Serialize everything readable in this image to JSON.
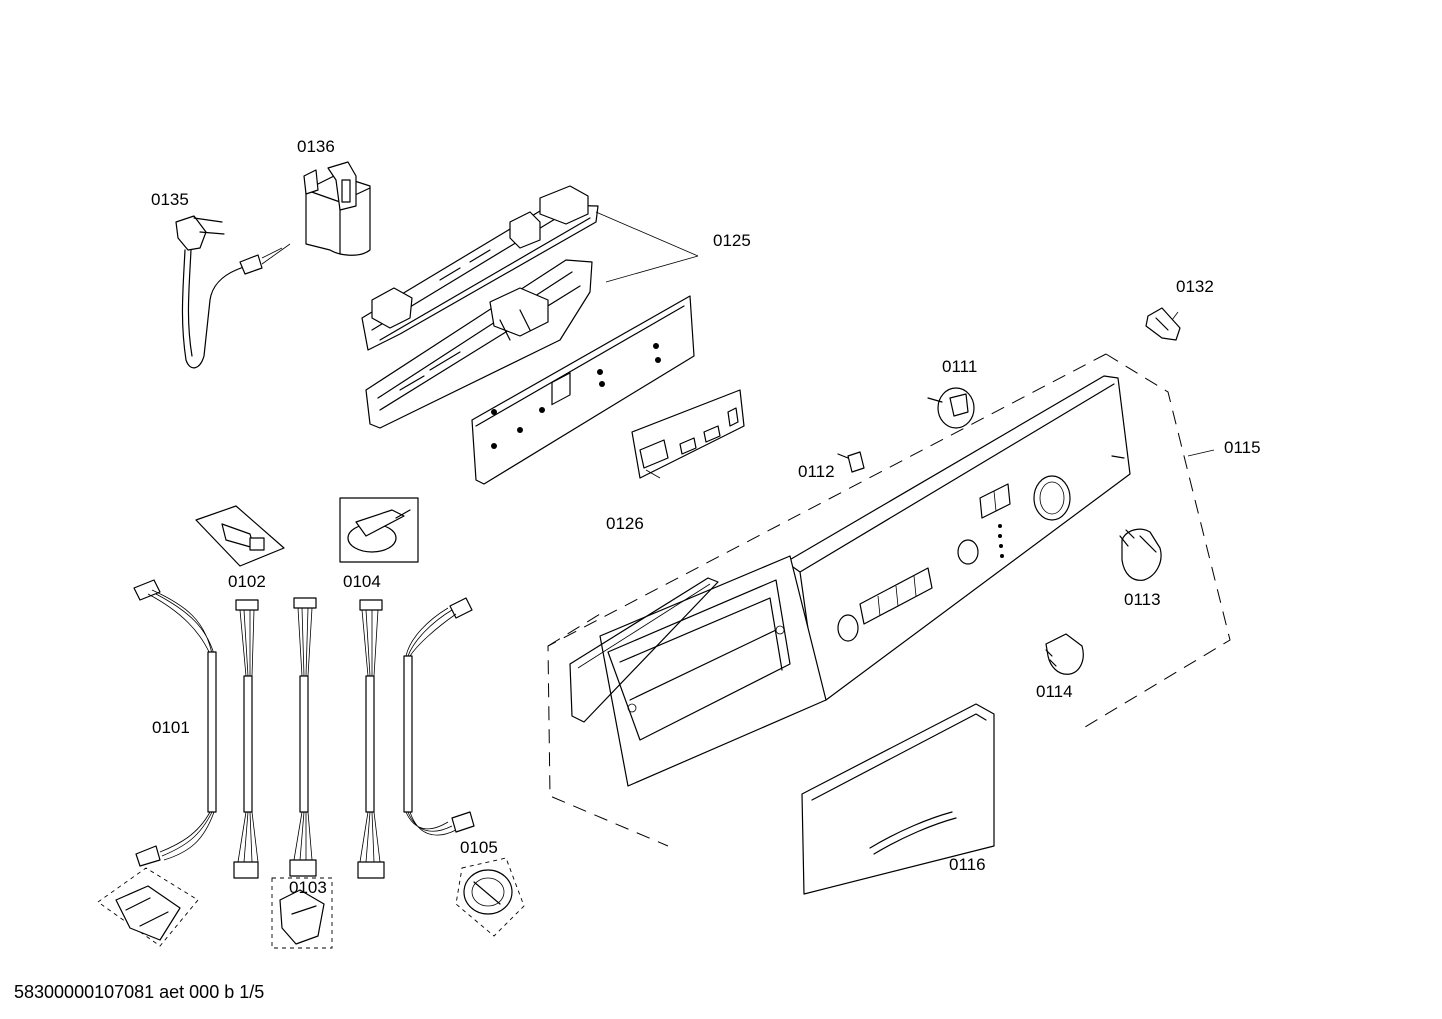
{
  "footer": {
    "doc_code": "58300000107081 aet 000 b 1/5"
  },
  "labels": {
    "p0101": "0101",
    "p0102": "0102",
    "p0103": "0103",
    "p0104": "0104",
    "p0105": "0105",
    "p0111": "0111",
    "p0112": "0112",
    "p0113": "0113",
    "p0114": "0114",
    "p0115": "0115",
    "p0116": "0116",
    "p0125": "0125",
    "p0126": "0126",
    "p0132": "0132",
    "p0135": "0135",
    "p0136": "0136"
  }
}
